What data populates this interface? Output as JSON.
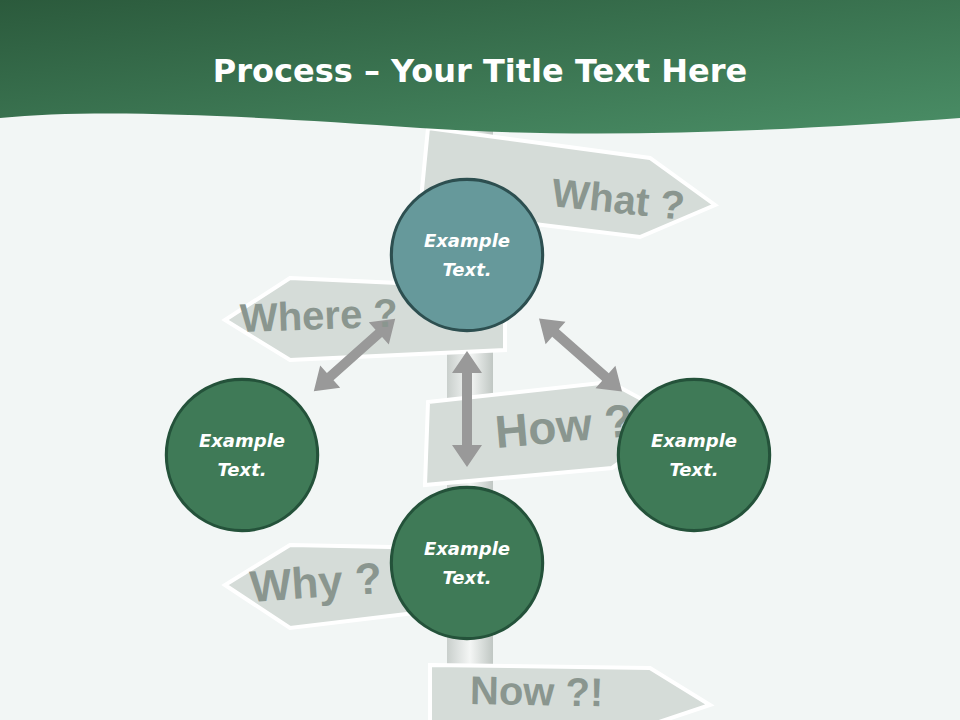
{
  "diagram": {
    "title": "Process – Your Title Text Here",
    "nodes": [
      {
        "text": [
          "Example Text."
        ]
      },
      {
        "text": [
          "Example Text."
        ]
      },
      {
        "text": [
          "Example Text."
        ]
      },
      {
        "text": [
          "Example Text."
        ]
      }
    ],
    "edges": [
      {
        "from": 0,
        "to": 1,
        "arrow": "both"
      },
      {
        "from": 0,
        "to": 2,
        "arrow": "both"
      },
      {
        "from": 0,
        "to": 3,
        "arrow": "both"
      }
    ],
    "labels": [
      "What ?",
      "Where ?",
      "How ?",
      "Why ?",
      "Now ?!"
    ]
  }
}
